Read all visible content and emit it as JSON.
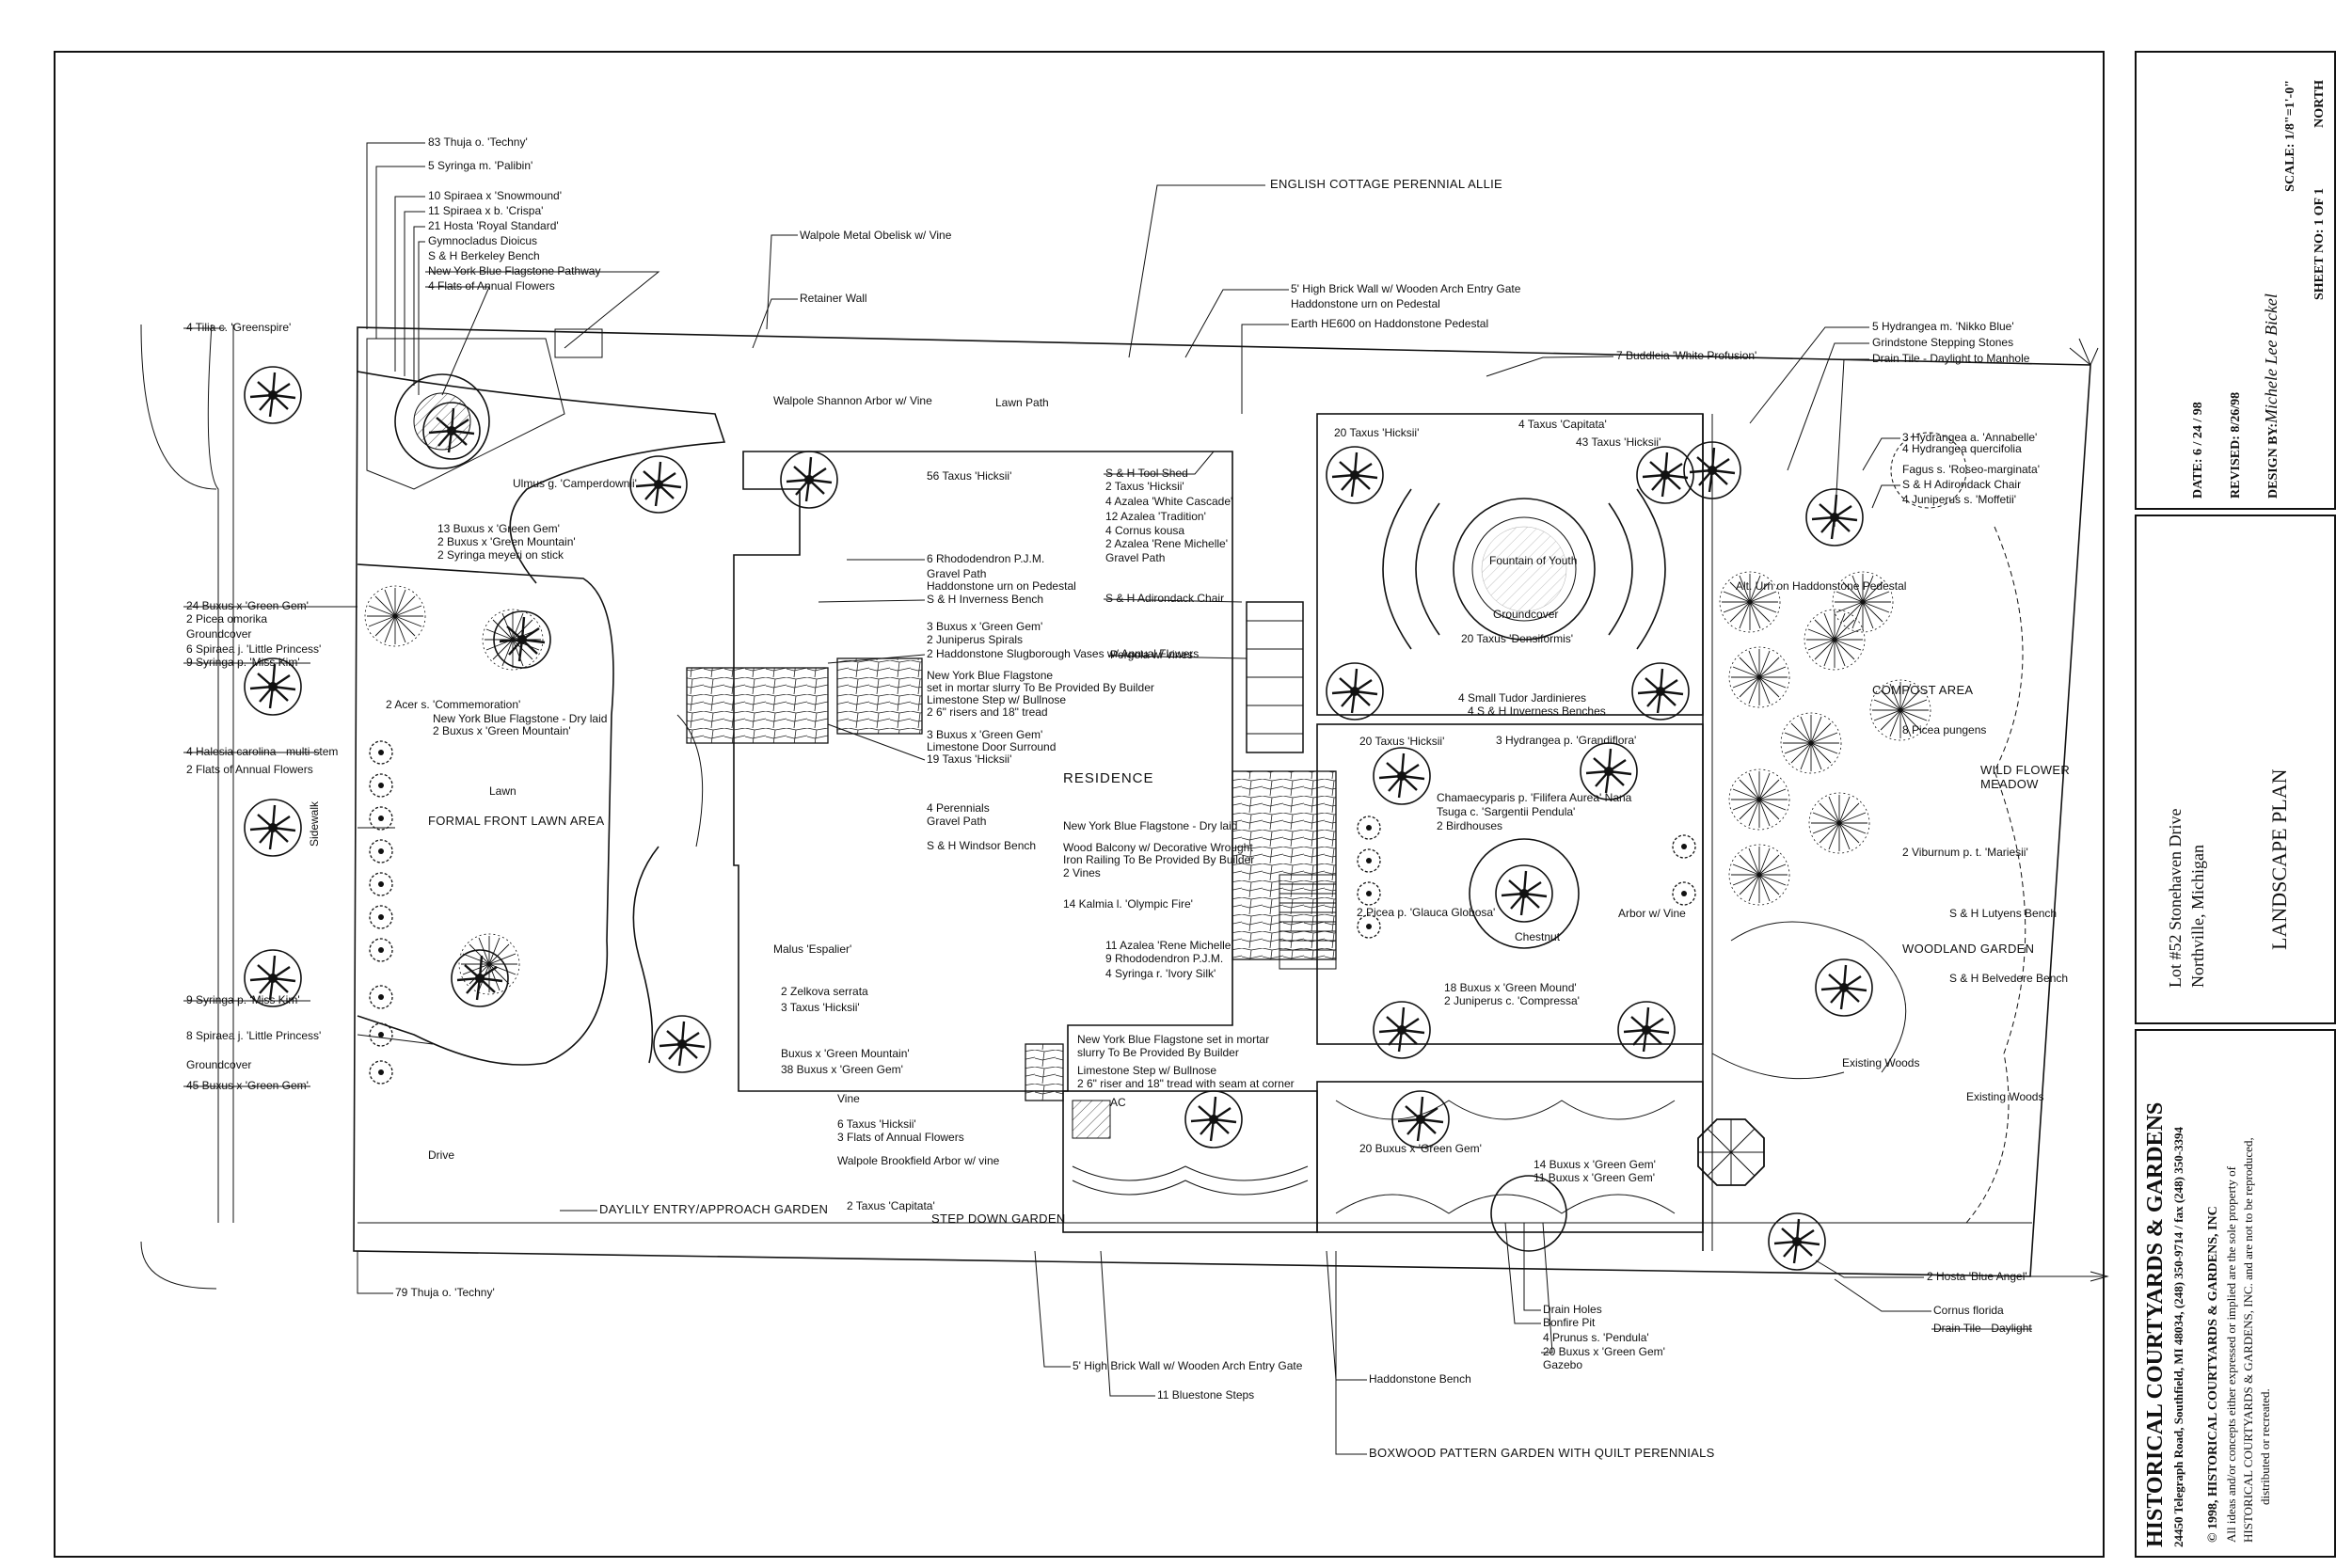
{
  "plan": {
    "labels_left": [
      "83 Thuja o. 'Techny'",
      "5 Syringa m. 'Palibin'",
      "10 Spiraea x 'Snowmound'",
      "11 Spiraea x b. 'Crispa'",
      "21 Hosta 'Royal Standard'",
      "Gymnocladus Dioicus",
      "S & H Berkeley Bench",
      "New York Blue Flagstone Pathway",
      "4 Flats of Annual Flowers",
      "4 Tilia c. 'Greenspire'",
      "Walpole Metal Obelisk w/ Vine",
      "Retainer Wall",
      "Walpole Shannon Arbor w/ Vine",
      "Lawn Path",
      "Ulmus g. 'Camperdownii'",
      "13 Buxus x 'Green Gem'",
      "2 Buxus x 'Green Mountain'",
      "2 Syringa meyeri on stick",
      "24 Buxus x 'Green Gem'",
      "2 Picea omorika",
      "Groundcover",
      "6 Spiraea j. 'Little Princess'",
      "9 Syringa p. 'Miss Kim'",
      "2 Acer s. 'Commemoration'",
      "New York Blue Flagstone - Dry laid",
      "2 Buxus x 'Green Mountain'",
      "4 Halesia carolina - multi-stem",
      "2 Flats of Annual Flowers",
      "Lawn",
      "FORMAL FRONT LAWN AREA",
      "Sidewalk",
      "9 Syringa p. 'Miss Kim'",
      "8 Spiraea j. 'Little Princess'",
      "Groundcover",
      "45 Buxus x 'Green Gem'",
      "Drive",
      "DAYLILY ENTRY/APPROACH GARDEN",
      "79 Thuja o. 'Techny'",
      "Malus 'Espalier'",
      "2 Zelkova serrata",
      "3 Taxus 'Hicksii'",
      "Buxus x 'Green Mountain'",
      "38 Buxus x 'Green Gem'",
      "56 Taxus 'Hicksii'"
    ],
    "labels_center": [
      "6 Rhododendron P.J.M.",
      "Gravel Path",
      "Haddonstone urn on Pedestal",
      "S & H Inverness Bench",
      "3 Buxus x 'Green Gem'",
      "2 Juniperus Spirals",
      "2 Haddonstone Slugborough Vases w/ Annual Flowers",
      "New York Blue Flagstone",
      "set in mortar slurry To Be Provided By Builder",
      "Limestone Step w/ Bullnose",
      "2 6\" risers and 18\" tread",
      "3 Buxus x 'Green Gem'",
      "Limestone Door Surround",
      "19 Taxus 'Hicksii'",
      "RESIDENCE",
      "4 Perennials",
      "Gravel Path",
      "S & H Windsor Bench",
      "New York Blue Flagstone - Dry laid",
      "Wood Balcony w/ Decorative Wrought",
      "Iron Railing To Be Provided By Builder",
      "2 Vines",
      "14 Kalmia l. 'Olympic Fire'",
      "11 Azalea 'Rene Michelle'",
      "9 Rhododendron P.J.M.",
      "4 Syringa r. 'Ivory Silk'",
      "New York Blue Flagstone set in mortar",
      "slurry To Be Provided By Builder",
      "Limestone Step w/ Bullnose",
      "2 6\" riser and 18\" tread with seam at corner",
      "Vine",
      "AC",
      "6 Taxus 'Hicksii'",
      "3 Flats of Annual Flowers",
      "Walpole Brookfield Arbor w/ vine",
      "2 Taxus 'Capitata'",
      "STEP DOWN GARDEN",
      "S & H Tool Shed",
      "2 Taxus 'Hicksii'",
      "4 Azalea 'White Cascade'",
      "12 Azalea 'Tradition'",
      "4 Cornus kousa",
      "2 Azalea 'Rene Michelle'",
      "Gravel Path",
      "S & H Adirondack Chair",
      "Pergola w/ vines",
      "5' High Brick Wall w/ Wooden Arch Entry Gate",
      "11 Bluestone Steps"
    ],
    "labels_right": [
      "ENGLISH COTTAGE PERENNIAL ALLIE",
      "5' High Brick Wall w/ Wooden Arch Entry Gate",
      "Haddonstone urn on Pedestal",
      "Earth HE600 on Haddonstone Pedestal",
      "7 Buddleia 'White Profusion'",
      "20 Taxus 'Hicksii'",
      "4 Taxus 'Capitata'",
      "43 Taxus 'Hicksii'",
      "Fountain of Youth",
      "Groundcover",
      "20 Taxus 'Densiformis'",
      "4 Small Tudor Jardinieres",
      "4 S & H Inverness Benches",
      "20 Taxus 'Hicksii'",
      "3 Hydrangea p. 'Grandiflora'",
      "Chamaecyparis p. 'Filifera Aurea' Nana",
      "Tsuga c. 'Sargentii Pendula'",
      "2 Birdhouses",
      "2 Picea p. 'Glauca Globosa'",
      "Chestnut",
      "Arbor w/ Vine",
      "18 Buxus x 'Green Mound'",
      "2 Juniperus c. 'Compressa'",
      "20 Buxus x 'Green Gem'",
      "14 Buxus x 'Green Gem'",
      "11 Buxus x 'Green Gem'",
      "Drain Holes",
      "Bonfire Pit",
      "4 Prunus s. 'Pendula'",
      "20 Buxus x 'Green Gem'",
      "Gazebo",
      "Haddonstone Bench",
      "BOXWOOD PATTERN GARDEN WITH QUILT PERENNIALS",
      "5 Hydrangea m. 'Nikko Blue'",
      "Grindstone Stepping Stones",
      "Drain Tile - Daylight to Manhole",
      "3 Hydrangea a. 'Annabelle'",
      "4 Hydrangea quercifolia",
      "Fagus s. 'Roseo-marginata'",
      "S & H Adirondack Chair",
      "4 Juniperus s. 'Moffetii'",
      "Alt. Urn on Haddonstone Pedestal",
      "COMPOST AREA",
      "8 Picea pungens",
      "WILD FLOWER",
      "MEADOW",
      "2 Viburnum p. t. 'Mariesii'",
      "S & H Lutyens Bench",
      "WOODLAND GARDEN",
      "S & H Belvedere Bench",
      "Existing Woods",
      "Existing Woods",
      "2 Hosta 'Blue Angel'",
      "Cornus florida",
      "Drain Tile - Daylight"
    ]
  },
  "title_block": {
    "north": "NORTH",
    "scale": "SCALE: 1/8\"=1'-0\"",
    "sheet": "SHEET NO: 1 OF 1",
    "date": "DATE: 6 / 24 / 98",
    "revised": "REVISED: 8/26/98",
    "design_by": "DESIGN BY:",
    "signature": "Michele Lee Bickel",
    "lot": "Lot #52 Stonehaven Drive",
    "city": "Northville, Michigan",
    "plan_title": "LANDSCAPE PLAN",
    "company": "HISTORICAL COURTYARDS & GARDENS",
    "address": "24450 Telegraph Road, Southfield, MI 48034,   (248) 350-9714 / fax (248) 350-3394",
    "copyright": "© 1998, HISTORICAL COURTYARDS & GARDENS, INC",
    "rights_1": "All ideas and/or concepts either expressed or implied are the sole property of",
    "rights_2": "HISTORICAL COURTYARDS & GARDENS, INC. and are not to be reproduced,",
    "rights_3": "distributed or recreated."
  }
}
